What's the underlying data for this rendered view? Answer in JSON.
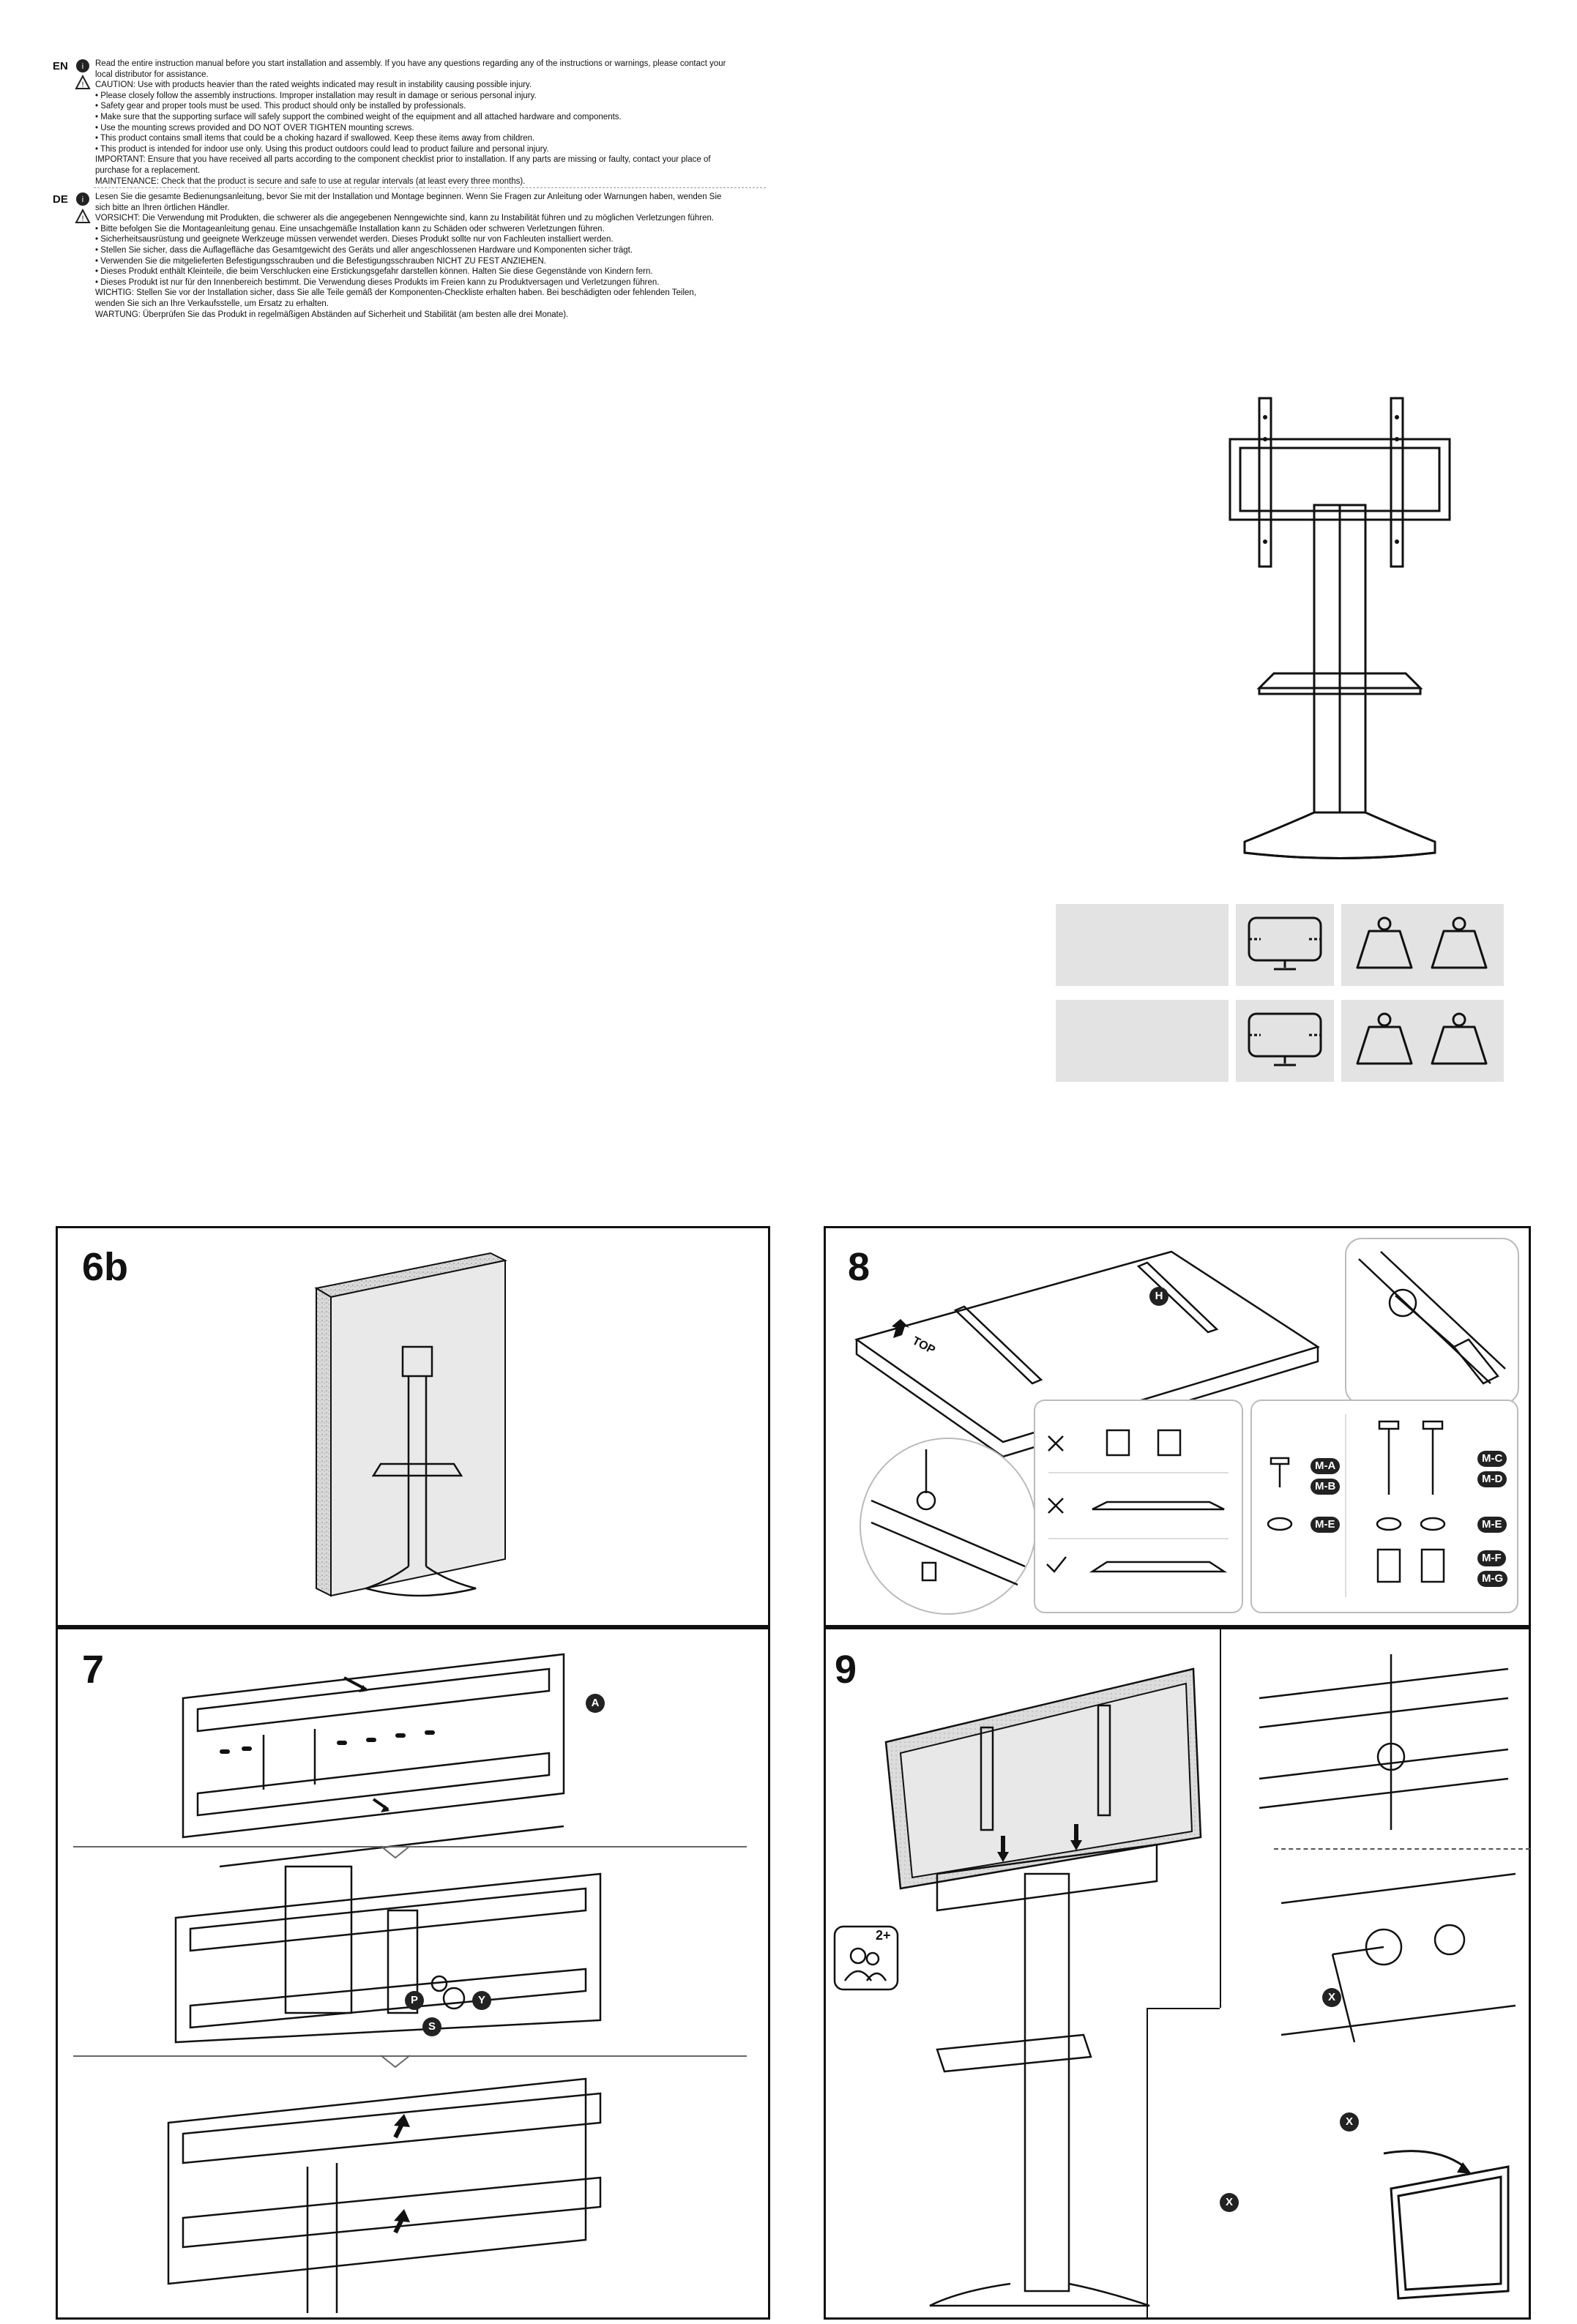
{
  "safety": {
    "en": {
      "lang": "EN",
      "lines": [
        "Read the entire instruction manual before you start installation and assembly. If you have any questions regarding any of the instructions or warnings, please contact your",
        "local distributor for assistance.",
        "CAUTION: Use with products heavier than the rated weights indicated may result in instability causing possible injury.",
        "• Please closely follow the assembly instructions. Improper installation may result in damage or serious personal injury.",
        "• Safety gear and proper tools must be used. This product should only be installed by professionals.",
        "• Make sure that the supporting surface will safely support the combined weight of the equipment and all attached hardware and components.",
        "• Use the mounting screws provided and DO NOT OVER TIGHTEN mounting screws.",
        "• This product contains small items that could be a choking hazard if swallowed. Keep these items away from children.",
        "• This product is intended for indoor use only. Using this product outdoors could lead to product failure and personal injury.",
        "IMPORTANT: Ensure that you have received all parts according to the component checklist prior to installation. If any parts are missing or faulty, contact your place of",
        "purchase for a replacement.",
        "MAINTENANCE: Check that the product is secure and safe to use at regular intervals (at least every three months)."
      ]
    },
    "de": {
      "lang": "DE",
      "lines": [
        "Lesen Sie die gesamte Bedienungsanleitung, bevor Sie mit der Installation und Montage beginnen. Wenn Sie Fragen zur Anleitung oder Warnungen haben, wenden Sie",
        "sich bitte an Ihren örtlichen Händler.",
        "VORSICHT: Die Verwendung mit Produkten, die schwerer als die angegebenen Nenngewichte sind, kann zu Instabilität führen und zu möglichen Verletzungen führen.",
        "• Bitte befolgen Sie die Montageanleitung genau. Eine unsachgemäße Installation kann zu Schäden oder schweren Verletzungen führen.",
        "• Sicherheitsausrüstung und geeignete Werkzeuge müssen verwendet werden. Dieses Produkt sollte nur von Fachleuten installiert werden.",
        "• Stellen Sie sicher, dass die Auflagefläche das Gesamtgewicht des Geräts und aller angeschlossenen Hardware und Komponenten sicher trägt.",
        "• Verwenden Sie die mitgelieferten Befestigungsschrauben und die Befestigungsschrauben NICHT ZU FEST ANZIEHEN.",
        "• Dieses Produkt enthält Kleinteile, die beim Verschlucken eine Erstickungsgefahr darstellen können. Halten Sie diese Gegenstände von Kindern fern.",
        "• Dieses Produkt ist nur für den Innenbereich bestimmt. Die Verwendung dieses Produkts im Freien kann zu Produktversagen und Verletzungen führen.",
        "WICHTIG: Stellen Sie vor der Installation sicher, dass Sie alle Teile gemäß der Komponenten-Checkliste erhalten haben. Bei beschädigten oder fehlenden Teilen,",
        "wenden Sie sich an Ihre Verkaufsstelle, um Ersatz zu erhalten.",
        "WARTUNG: Überprüfen Sie das Produkt in regelmäßigen Abständen auf Sicherheit und Stabilität (am besten alle drei Monate)."
      ]
    }
  },
  "steps": {
    "s6b": "6b",
    "s7": "7",
    "s8": "8",
    "s9": "9"
  },
  "labels": {
    "A": "A",
    "P": "P",
    "S": "S",
    "Y": "Y",
    "H": "H",
    "X": "X",
    "top": "TOP",
    "persons": "2+",
    "ma": "M-A",
    "mb": "M-B",
    "me": "M-E",
    "mc": "M-C",
    "md": "M-D",
    "me2": "M-E",
    "mf": "M-F",
    "mg": "M-G"
  },
  "icons": [
    "warning-icon",
    "info-icon",
    "tv-icon",
    "weight-icon",
    "people-icon",
    "check-icon",
    "cross-icon",
    "rotate-icon",
    "arrow-icon"
  ]
}
